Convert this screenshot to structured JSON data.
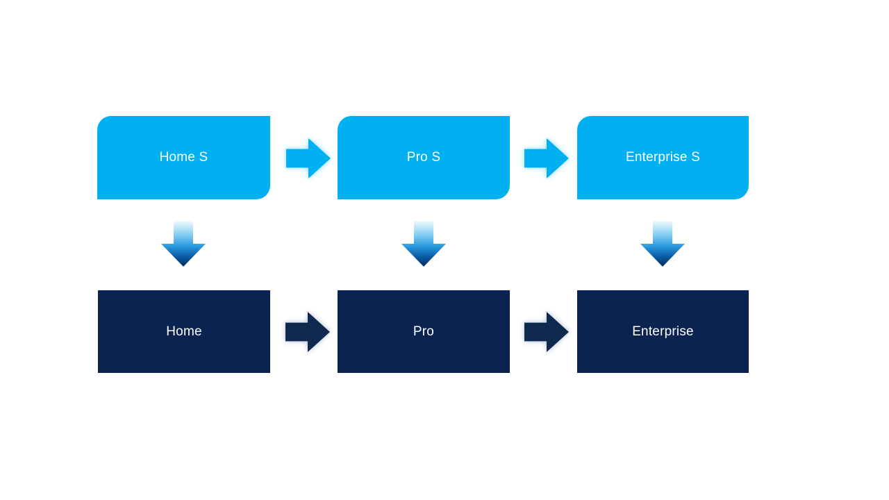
{
  "colors": {
    "background": "#ffffff",
    "node_top_fill": "#00b0f0",
    "node_bottom_fill": "#0a2351",
    "label_text": "#ffffff",
    "arrow_cyan": "#00b0f0",
    "arrow_cyan_glow": "#7fdbff",
    "arrow_navy": "#10294f",
    "arrow_navy_glow": "#aebdd6",
    "varrow_grad_1": "#f2fafe",
    "varrow_grad_2": "#8fd2f4",
    "varrow_grad_3": "#2b9be0",
    "varrow_grad_4": "#0c5ba6",
    "varrow_grad_5": "#052c58"
  },
  "icons": {
    "arrow_right": "right-arrow glyph (block arrow pointing right)",
    "arrow_down": "down-arrow glyph (block arrow pointing down, gradient fill)"
  },
  "nodes": {
    "top": [
      {
        "label": "Home S"
      },
      {
        "label": "Pro S"
      },
      {
        "label": "Enterprise S"
      }
    ],
    "bottom": [
      {
        "label": "Home"
      },
      {
        "label": "Pro"
      },
      {
        "label": "Enterprise"
      }
    ]
  }
}
